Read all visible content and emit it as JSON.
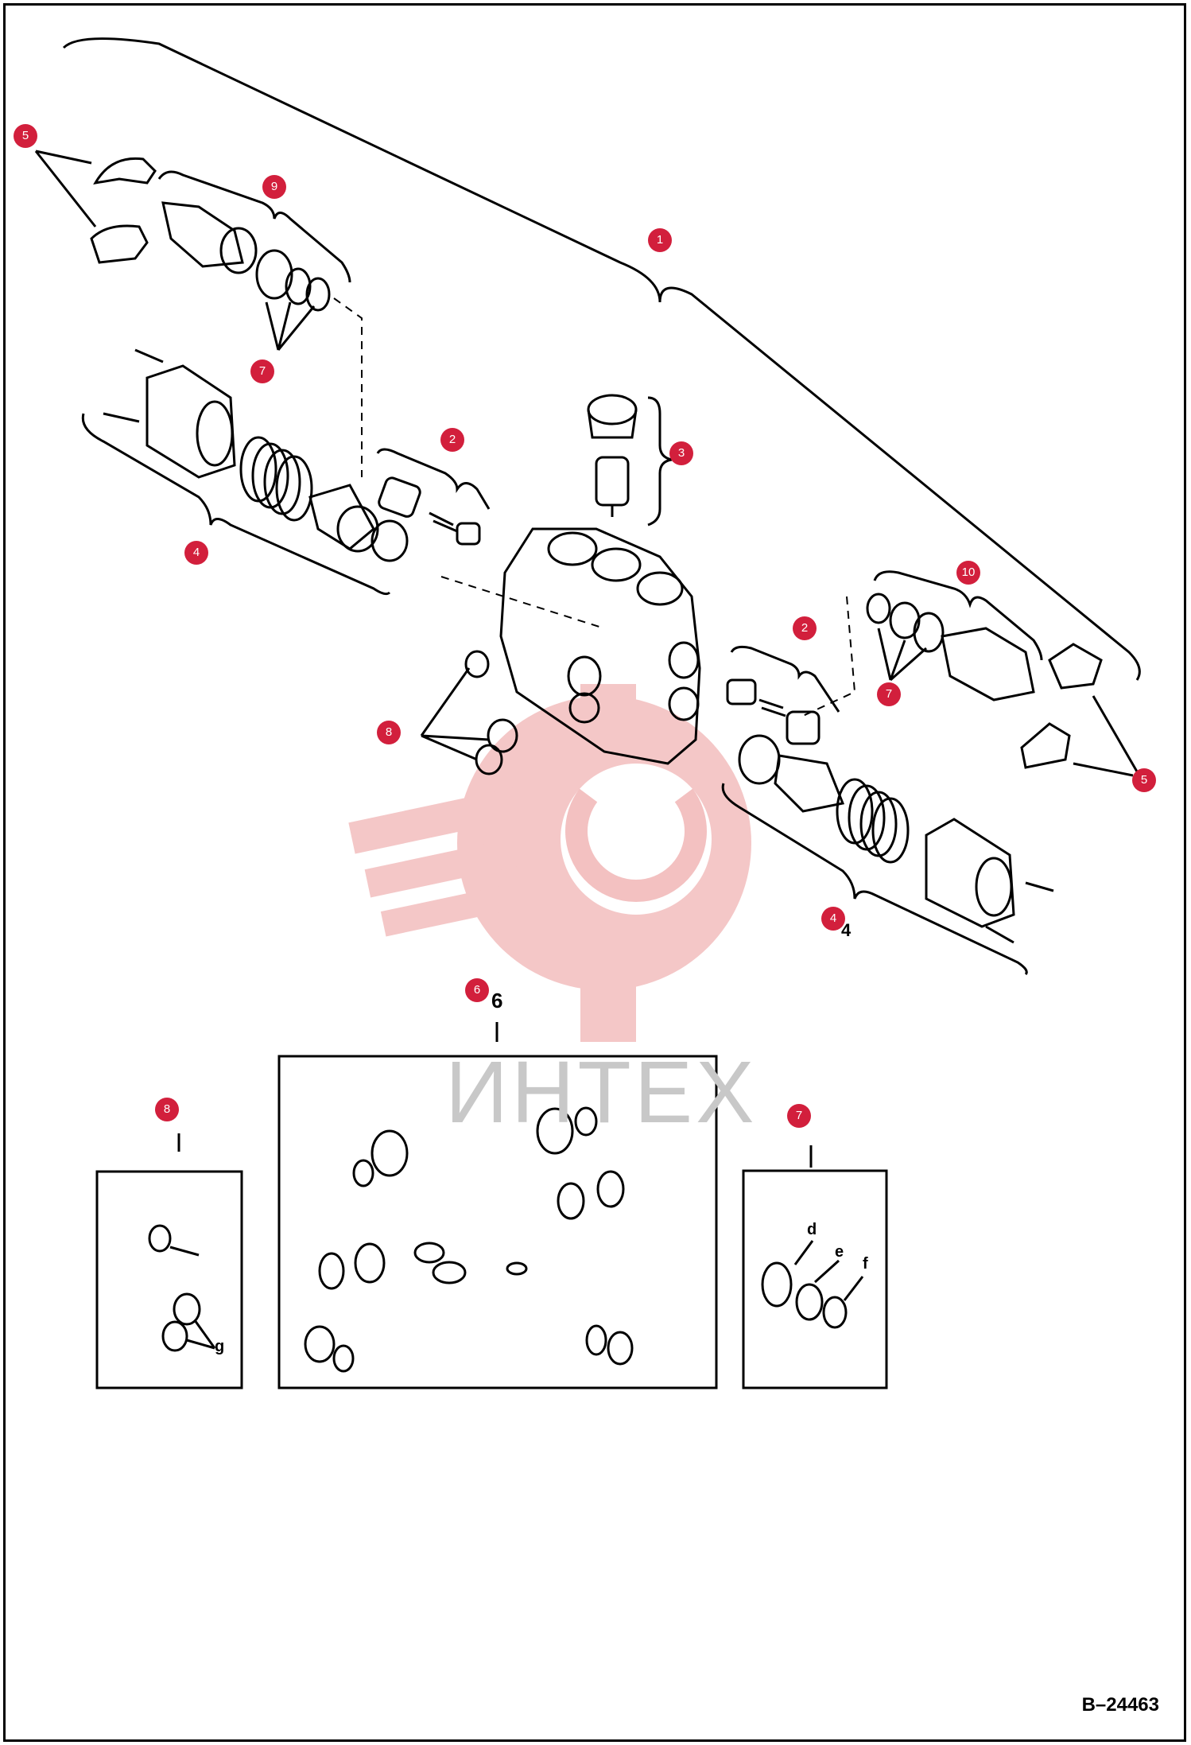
{
  "callouts": {
    "c1": "1",
    "c2a": "2",
    "c2b": "2",
    "c3": "3",
    "c4a": "4",
    "c4b": "4",
    "c5a": "5",
    "c5b": "5",
    "c6": "6",
    "c7a": "7",
    "c7b": "7",
    "c7c": "7",
    "c8a": "8",
    "c8b": "8",
    "c9": "9",
    "c10": "10"
  },
  "printed": {
    "six_label": "6",
    "four_label": "4",
    "sub_d": "d",
    "sub_e": "e",
    "sub_f": "f",
    "sub_g": "g"
  },
  "doc_id": "B–24463",
  "watermark": "ИНТЕХ",
  "colors": {
    "callout": "#d21f3c",
    "watermark": "#f2b9b9",
    "line": "#000000"
  }
}
